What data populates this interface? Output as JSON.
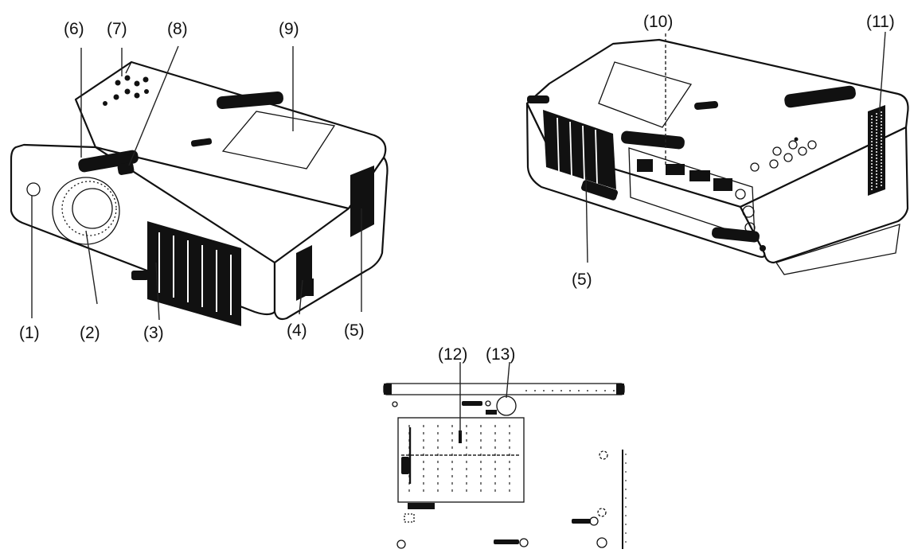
{
  "callouts": {
    "c1": "(1)",
    "c2": "(2)",
    "c3": "(3)",
    "c4": "(4)",
    "c5": "(5)",
    "c6": "(6)",
    "c7": "(7)",
    "c8": "(8)",
    "c9": "(9)",
    "c10": "(10)",
    "c11": "(11)",
    "c12": "(12)",
    "c13": "(13)",
    "c5b": "(5)"
  }
}
